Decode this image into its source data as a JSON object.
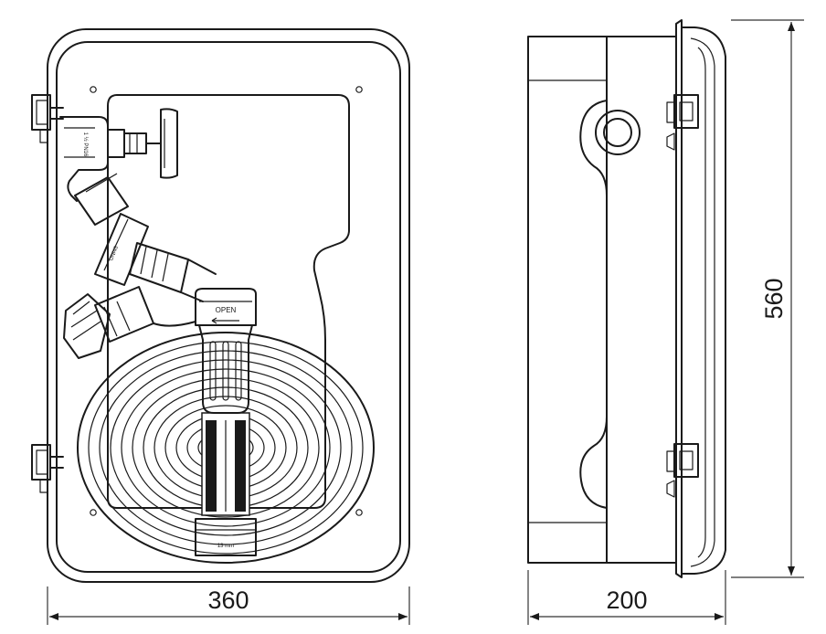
{
  "dimensions": {
    "width": "360",
    "depth": "200",
    "height": "560"
  },
  "labels": {
    "nozzle_open": "OPEN",
    "hose_size": "13 mm",
    "coupling_mark": "UNI45",
    "valve_mark": "1 ½ PN16"
  },
  "colors": {
    "line": "#1a1a1a",
    "background": "#ffffff"
  }
}
